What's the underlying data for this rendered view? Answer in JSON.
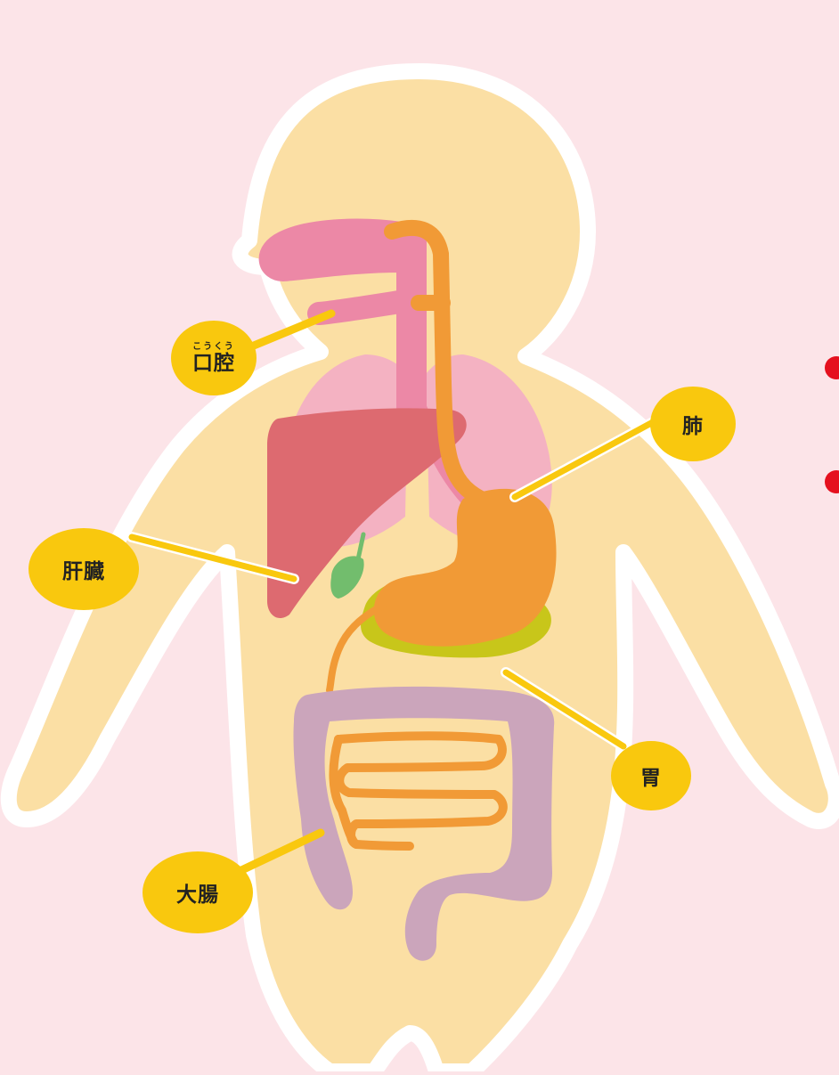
{
  "colors": {
    "background": "#fce4e8",
    "body_fill": "#fbdfa4",
    "outline": "#ffffff",
    "mouth_trachea": "#ec88a6",
    "lungs": "#f4b2c2",
    "liver": "#dd6a70",
    "gallbladder": "#72bd6d",
    "esophagus_stomach": "#f19a36",
    "pancreas": "#c8c61a",
    "large_intestine": "#cba5bb",
    "small_intestine": "#f19a36",
    "label_bubble": "#f9c80e",
    "leader_line": "#f9c80e",
    "bullet": "#e5101e"
  },
  "labels": {
    "oral": {
      "text": "口腔",
      "ruby": "こうくう"
    },
    "lung": {
      "text": "肺"
    },
    "liver": {
      "text": "肝臓"
    },
    "stomach": {
      "text": "胃"
    },
    "large_intestine": {
      "text": "大腸"
    }
  },
  "side_items": [
    {
      "bullet": "red-circle",
      "bracket": "「"
    },
    {
      "bullet": "red-circle",
      "bracket": "「"
    }
  ]
}
